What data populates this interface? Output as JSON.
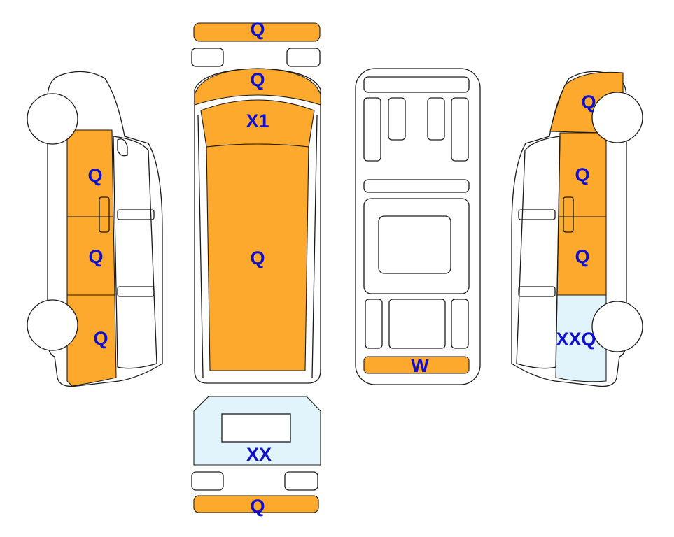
{
  "colors": {
    "damage_q": "#FCA92E",
    "damage_xx": "#E1F4FB",
    "label": "#1010CC",
    "outline": "#1a1a1a"
  },
  "legend_codes": [
    "Q",
    "X1",
    "W",
    "XX",
    "XXQ"
  ],
  "views": {
    "left_side": {
      "labels": [
        "Q",
        "Q",
        "Q"
      ]
    },
    "top": {
      "front_bumper": "Q",
      "hood": "Q",
      "windshield": "X1",
      "roof": "Q"
    },
    "underside": {
      "rear_strip": "W"
    },
    "right_side": {
      "labels": [
        "Q",
        "Q",
        "Q",
        "XXQ"
      ]
    },
    "rear": {
      "door": "XX",
      "bumper": "Q"
    }
  }
}
